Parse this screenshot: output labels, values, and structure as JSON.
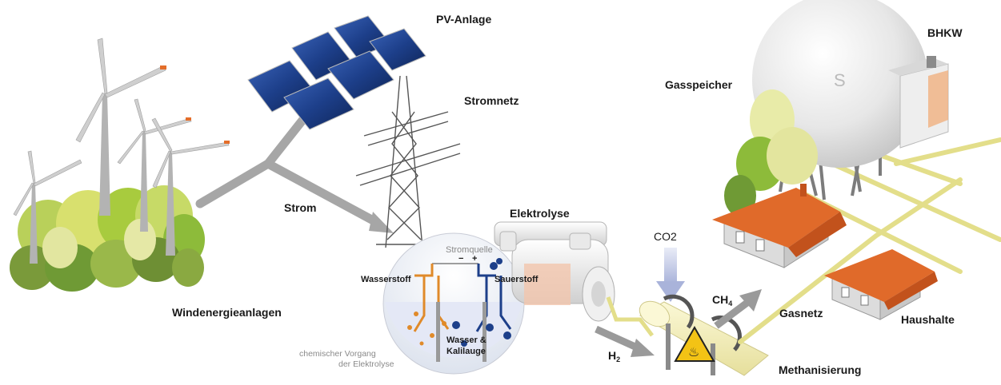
{
  "labels": {
    "pv": "PV-Anlage",
    "stromnetz": "Stromnetz",
    "strom": "Strom",
    "wind": "Windenergieanlagen",
    "elektrolyse": "Elektrolyse",
    "stromquelle": "Stromquelle",
    "minus": "−",
    "plus": "+",
    "wasserstoff": "Wasserstoff",
    "sauerstoff": "Sauerstoff",
    "wasser_line1": "Wasser &",
    "wasser_line2": "Kalilauge",
    "chem_line1": "chemischer Vorgang",
    "chem_line2": "der Elektrolyse",
    "h2_main": "H",
    "h2_sub": "2",
    "co2": "CO2",
    "ch4_main": "CH",
    "ch4_sub": "4",
    "methanisierung": "Methanisierung",
    "gasnetz": "Gasnetz",
    "haushalte": "Haushalte",
    "gasspeicher": "Gasspeicher",
    "bhkw": "BHKW",
    "tank_mark": "S"
  },
  "colors": {
    "arrow_grey": "#9a9a9a",
    "pipe_yellow": "#e3de8a",
    "roof_orange": "#e06a2a",
    "panel_blue": "#1d3f8a",
    "tree_green": "#8dbb3a",
    "electrode_orange": "#e08a2a",
    "electrode_blue": "#1d3f8a"
  }
}
